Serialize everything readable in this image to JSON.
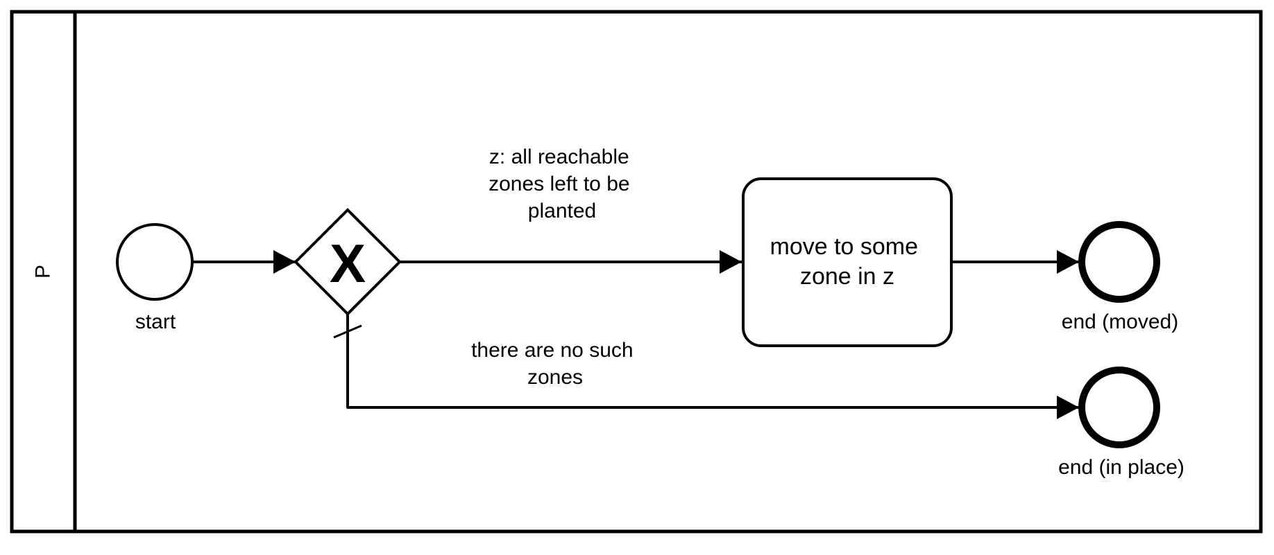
{
  "pool": {
    "label": "P"
  },
  "events": {
    "start": {
      "label": "start"
    },
    "end_moved": {
      "label": "end (moved)"
    },
    "end_in_place": {
      "label": "end (in place)"
    }
  },
  "gateway": {
    "type": "exclusive",
    "marker": "X"
  },
  "task": {
    "label_lines": [
      "move to some",
      "zone in z"
    ]
  },
  "flows": {
    "to_task": {
      "label_lines": [
        "z: all reachable",
        "zones left to be",
        "planted"
      ]
    },
    "default": {
      "label_lines": [
        "there are no such",
        "zones"
      ]
    }
  },
  "colors": {
    "stroke": "#000000",
    "background": "#ffffff"
  }
}
